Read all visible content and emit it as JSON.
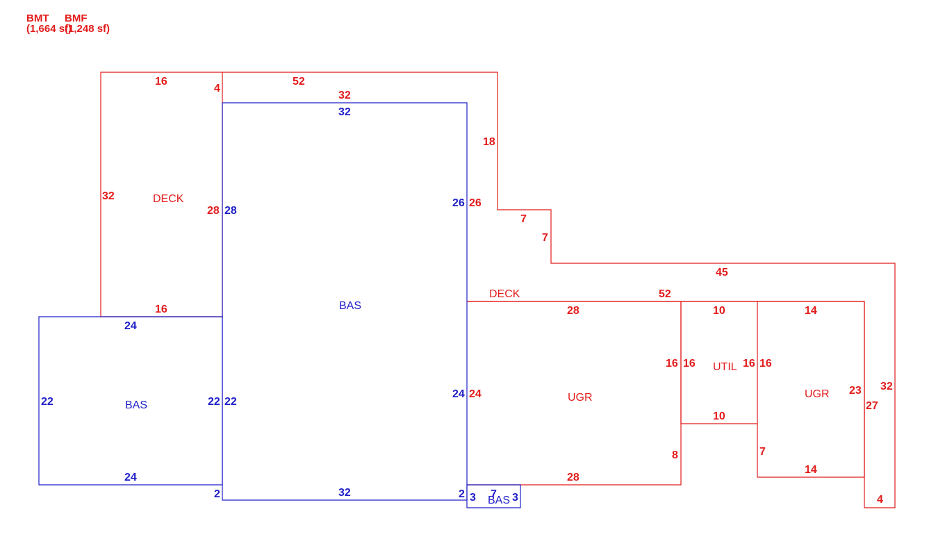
{
  "legend": {
    "bmt_label": "BMT",
    "bmt_area": "(1,664 sf)",
    "bmf_label": "BMF",
    "bmf_area": "(1,248 sf)"
  },
  "colors": {
    "red": "#e31b1b",
    "blue": "#1e1ec8"
  },
  "areas": {
    "deck_upper": "DECK",
    "deck_lower": "DECK",
    "bas_main": "BAS",
    "bas_left": "BAS",
    "bas_small": "BAS",
    "ugr_middle": "UGR",
    "ugr_right": "UGR",
    "util": "UTIL"
  },
  "dims": {
    "d01": "16",
    "d02": "4",
    "d03": "52",
    "d04": "32",
    "d05": "32",
    "d06": "18",
    "d07": "32",
    "d08": "28",
    "d09": "28",
    "d10": "26",
    "d11": "26",
    "d12": "7",
    "d13": "7",
    "d14": "45",
    "d15": "16",
    "d16": "24",
    "d17": "52",
    "d18": "28",
    "d19": "10",
    "d20": "14",
    "d21": "22",
    "d22": "22",
    "d23": "22",
    "d24": "16",
    "d25": "16",
    "d26": "16",
    "d27": "16",
    "d28": "24",
    "d29": "24",
    "d30": "23",
    "d31": "32",
    "d32": "27",
    "d33": "10",
    "d34": "8",
    "d35": "7",
    "d36": "24",
    "d37": "28",
    "d38": "14",
    "d39": "2",
    "d40": "32",
    "d41": "2",
    "d42": "3",
    "d43": "7",
    "d44": "3",
    "d45": "4"
  }
}
